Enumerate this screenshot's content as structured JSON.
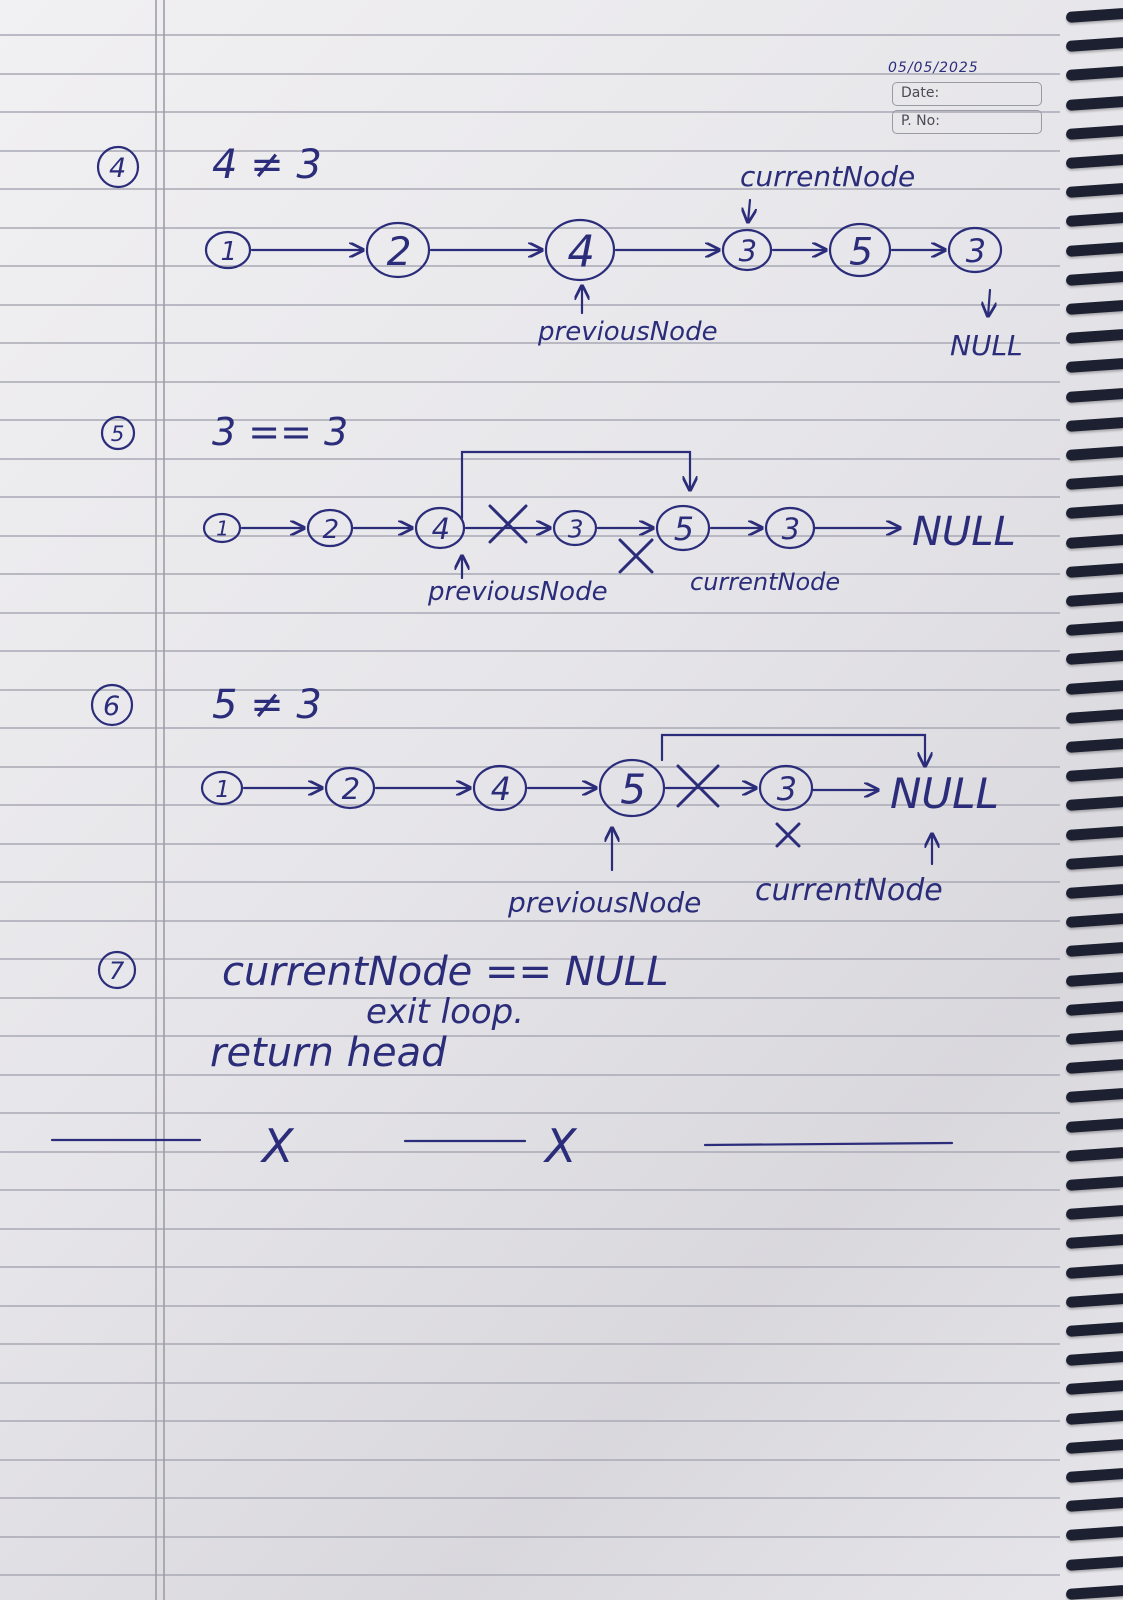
{
  "header": {
    "date_written": "05/05/2025",
    "date_label": "Date:",
    "page_no_label": "P. No:"
  },
  "step4": {
    "number": "4",
    "condition": "4 ≠ 3",
    "nodes": [
      "1",
      "2",
      "4",
      "3",
      "5",
      "3"
    ],
    "current_label": "currentNode",
    "previous_label": "previousNode",
    "null_label": "NULL"
  },
  "step5": {
    "number": "5",
    "condition": "3 == 3",
    "nodes": [
      "1",
      "2",
      "4",
      "3",
      "5",
      "3"
    ],
    "null_label": "NULL",
    "previous_label": "previousNode",
    "current_label": "currentNode"
  },
  "step6": {
    "number": "6",
    "condition": "5 ≠ 3",
    "nodes": [
      "1",
      "2",
      "4",
      "5",
      "3"
    ],
    "null_label": "NULL",
    "previous_label": "previousNode",
    "current_label": "currentNode"
  },
  "step7": {
    "number": "7",
    "condition": "currentNode == NULL",
    "line2": "exit loop.",
    "line3": "return head"
  },
  "divider_marks": [
    "X",
    "X"
  ]
}
